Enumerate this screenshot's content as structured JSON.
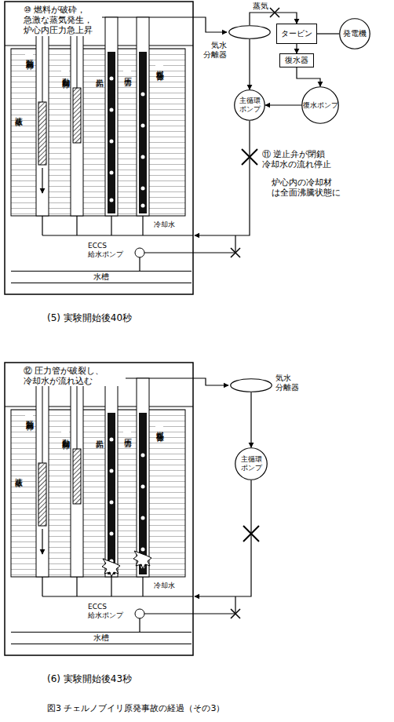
{
  "diagram": {
    "caption": "図3 チェルノブイリ原発事故の経過（その3）",
    "nodes": [
      {
        "text": [
          "気水 分離器"
        ]
      },
      {
        "text": [
          "タービン"
        ]
      },
      {
        "text": [
          "発電機"
        ]
      },
      {
        "text": [
          "復水器"
        ]
      },
      {
        "text": [
          "復水ポンプ"
        ]
      },
      {
        "text": [
          "主循環 ポンプ"
        ]
      },
      {
        "text": [
          "水槽"
        ]
      },
      {
        "text": [
          "気水 分離器"
        ]
      },
      {
        "text": [
          "主循環 ポンプ"
        ]
      },
      {
        "text": [
          "水槽"
        ]
      }
    ],
    "edges": [
      {
        "from": 0,
        "to": 1,
        "label": "蒸気",
        "arrow": "to"
      },
      {
        "from": 1,
        "to": 2,
        "arrow": "none"
      },
      {
        "from": 1,
        "to": 3,
        "arrow": "to"
      },
      {
        "from": 3,
        "to": 4,
        "arrow": "to"
      },
      {
        "from": 4,
        "to": 5,
        "arrow": "to"
      },
      {
        "from": 0,
        "to": 5,
        "arrow": "to"
      },
      {
        "from": 7,
        "to": 8,
        "arrow": "to"
      }
    ],
    "labels": [
      "⑩ 燃料が破砕， 急激な蒸気発生， 炉心内圧力急上昇",
      "遮蔽体",
      "緊急制御棒",
      "自動制御棒",
      "黒鉛",
      "圧力管",
      "燃料集合体",
      "⑪ 逆止弁が閉鎖 冷却水の流れ停止",
      "炉心内の冷却材 は全面沸騰状態に",
      "冷却水",
      "ECCS 給水ポンプ",
      "(5) 実験開始後40秒",
      "⑫ 圧力管が破裂し、 冷却水が流れ込む",
      "遮蔽体",
      "緊急制御棒",
      "自動制御棒",
      "黒鉛",
      "圧力管",
      "燃料集合体",
      "冷却水",
      "ECCS 給水ポンプ",
      "(6) 実験開始後43秒"
    ]
  }
}
